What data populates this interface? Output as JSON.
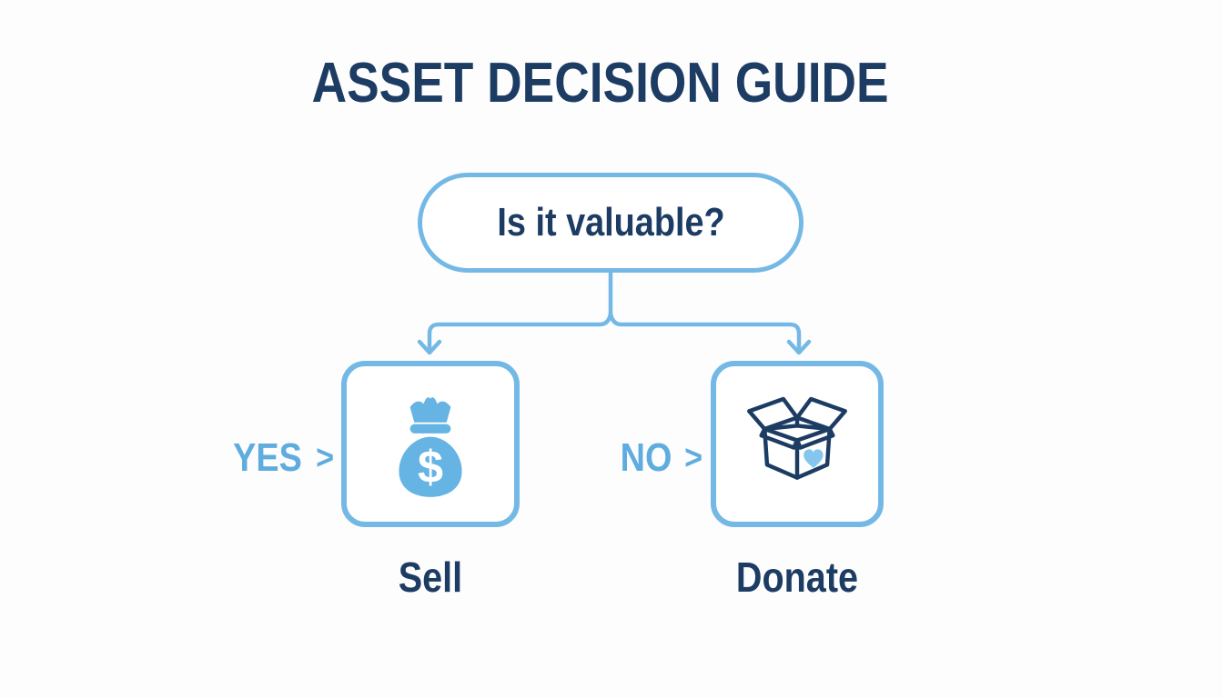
{
  "title": "ASSET DECISION GUIDE",
  "question": "Is it valuable?",
  "branches": [
    {
      "answer": "YES",
      "action": "Sell",
      "icon": "money-bag-icon"
    },
    {
      "answer": "NO",
      "action": "Donate",
      "icon": "donation-box-heart-icon"
    }
  ],
  "icons": {
    "chevron_right": ">",
    "dollar_sign": "$"
  },
  "colors": {
    "accent_blue": "#74b9e5",
    "label_blue": "#5fadde",
    "icon_blue": "#66b4e3",
    "heart_blue": "#85c6ee",
    "navy": "#1d3c63",
    "background": "#fdfdfe"
  }
}
